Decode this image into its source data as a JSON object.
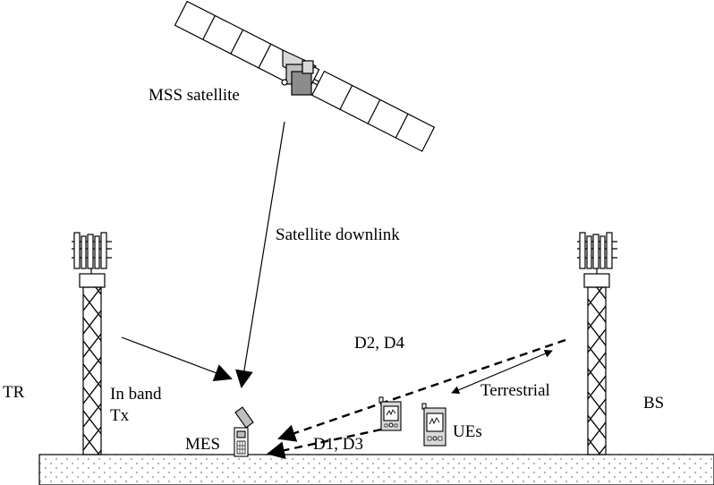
{
  "labels": {
    "satellite": "MSS satellite",
    "downlink": "Satellite downlink",
    "d2d4": "D2, D4",
    "tr": "TR",
    "in_band_line1": "In band",
    "in_band_line2": "Tx",
    "terrestrial": "Terrestrial",
    "bs": "BS",
    "mes": "MES",
    "d1d3": "D1, D3",
    "ues": "UEs"
  },
  "icons": {
    "satellite": "satellite-icon",
    "tr_tower": "transmitter-tower-icon",
    "bs_tower": "base-station-tower-icon",
    "mes": "mobile-earth-station-icon",
    "ue": "handheld-ue-icon"
  },
  "colors": {
    "line": "#000000",
    "panel_fill": "#ffffff",
    "ground_dots": "#7f7f7f"
  }
}
